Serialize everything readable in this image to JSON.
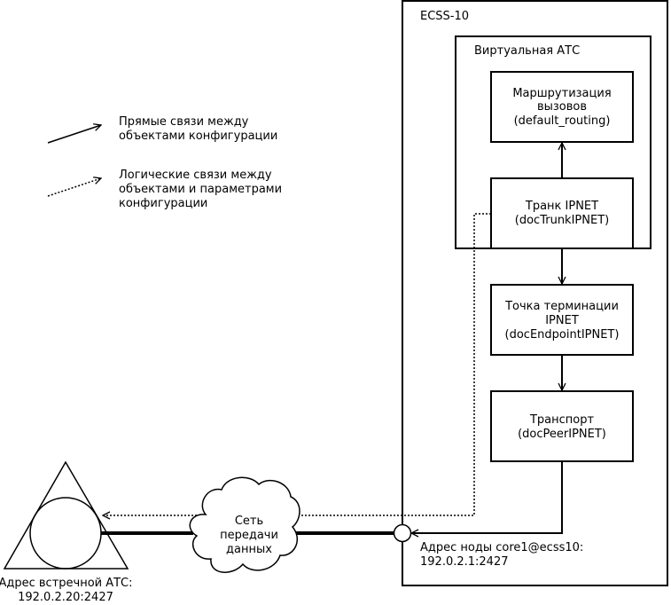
{
  "ecss": {
    "title": "ECSS-10"
  },
  "virtual_pbx": {
    "title": "Виртуальная АТС"
  },
  "routing": {
    "lines": [
      "Маршрутизация",
      "вызовов",
      "(default_routing)"
    ]
  },
  "trunk": {
    "lines": [
      "Транк IPNET",
      "(docTrunkIPNET)"
    ]
  },
  "endpoint": {
    "lines": [
      "Точка терминации",
      "IPNET",
      "(docEndpointIPNET)"
    ]
  },
  "transport": {
    "lines": [
      "Транспорт",
      "(docPeerIPNET)"
    ]
  },
  "legend": {
    "direct": [
      "Прямые связи между",
      "объектами конфигурации"
    ],
    "logical": [
      "Логические связи между",
      "объектами и параметрами",
      "конфигурации"
    ]
  },
  "network": {
    "lines": [
      "Сеть",
      "передачи",
      "данных"
    ]
  },
  "node": {
    "lines": [
      "Адрес ноды core1@ecss10:",
      "192.0.2.1:2427"
    ]
  },
  "remote": {
    "lines": [
      "Адрес встречной АТС:",
      "192.0.2.20:2427"
    ]
  }
}
